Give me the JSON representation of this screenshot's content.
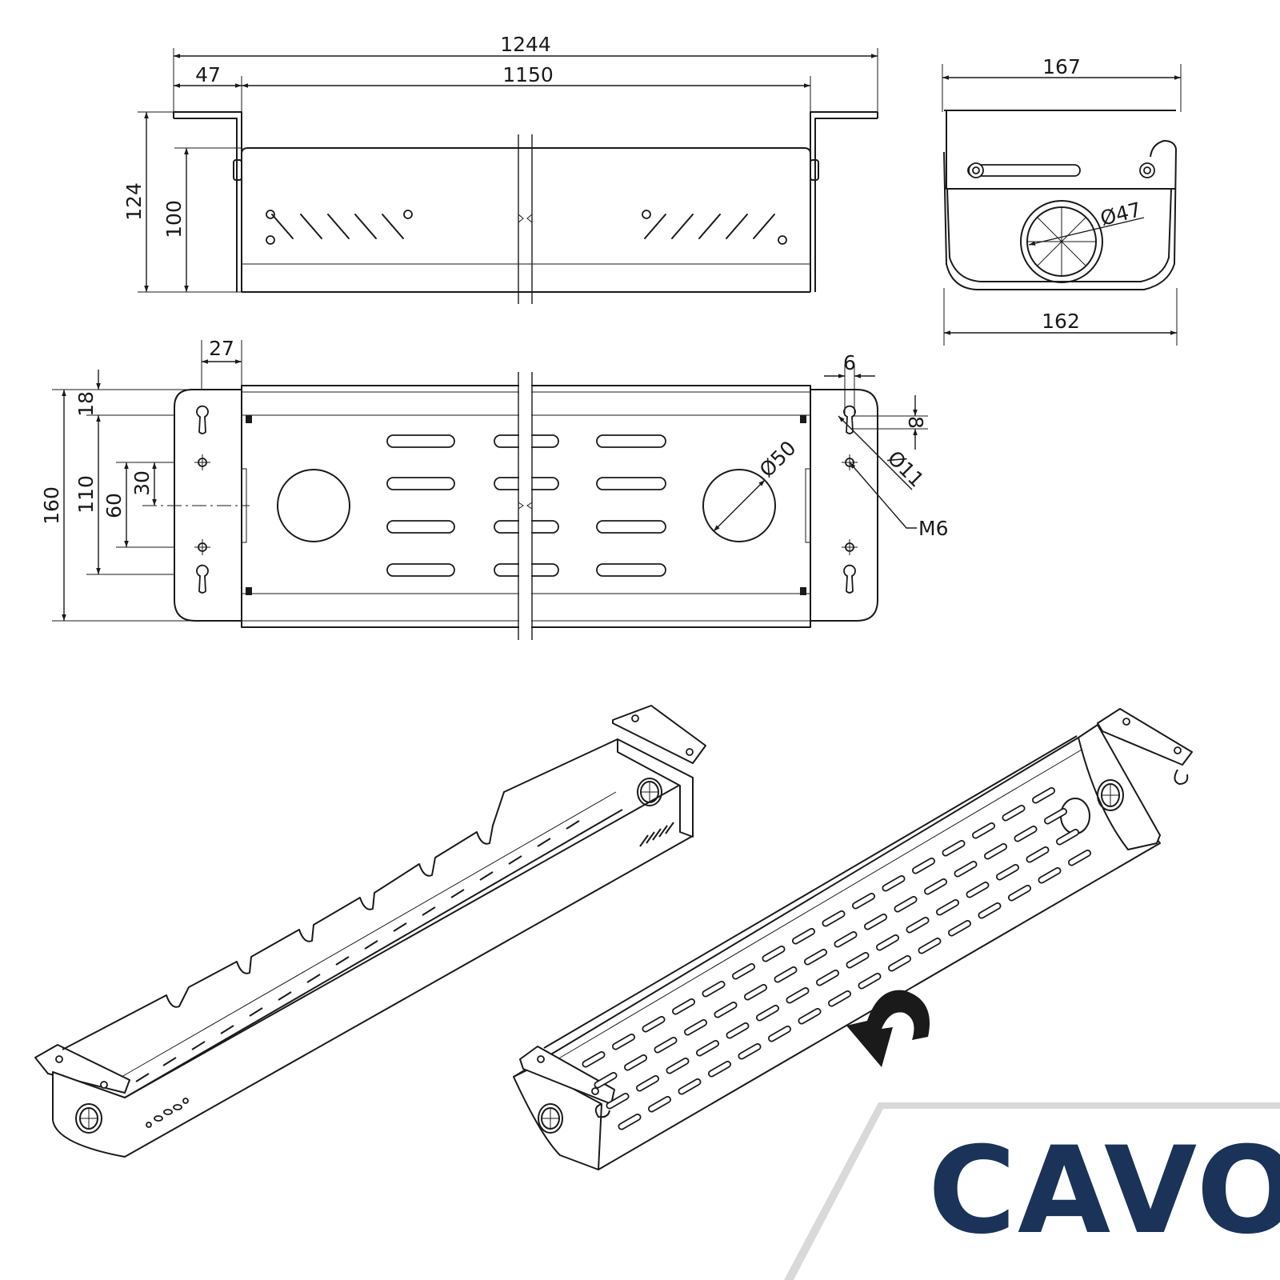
{
  "dimensions": {
    "front": {
      "overall_width": "1244",
      "flange": "47",
      "inner_width": "1150",
      "total_height": "124",
      "body_height": "100"
    },
    "side": {
      "top_width": "167",
      "bottom_width": "162",
      "grommet_dia": "Ø47"
    },
    "top": {
      "tab_width": "27",
      "edge_offset": "18",
      "hole_span": "110",
      "half_span": "30",
      "center_span": "60",
      "overall_depth": "160",
      "hole_width": "6",
      "slot_height": "8",
      "keyhole_dia": "Ø11",
      "port_dia": "Ø50",
      "thread": "M6"
    }
  },
  "brand": {
    "logo_text": "CAVO",
    "color": "#1b3358",
    "corner_color": "#e9e9e9"
  },
  "icons": {
    "rotate": "curved-arrow-icon"
  }
}
